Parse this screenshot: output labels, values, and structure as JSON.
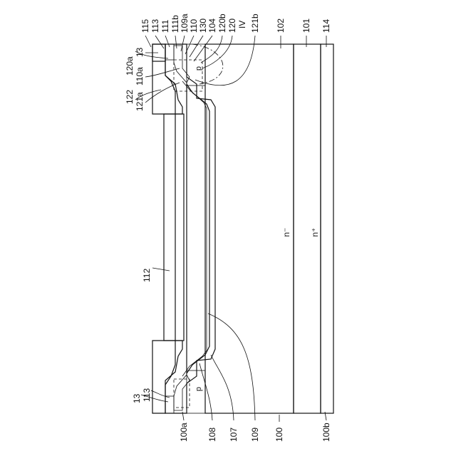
{
  "labels": {
    "l115": "115",
    "l113_top": "113",
    "l111": "111",
    "l111b": "111b",
    "l109a": "109a",
    "l110": "110",
    "l130": "130",
    "l104": "104",
    "l120b": "120b",
    "l120": "120",
    "lIV": "IV",
    "l121b": "121b",
    "l102": "102",
    "l101": "101",
    "l114": "114",
    "l120a": "120a",
    "l13_top": "13",
    "l110a": "110a",
    "l122": "122",
    "l121a": "121a",
    "l112": "112",
    "ln_minus": "n⁻",
    "ln_plus": "n⁺",
    "lp_top": "p",
    "lp_bottom": "p",
    "l13_bottom": "13",
    "l113_bottom": "113",
    "l100a": "100a",
    "l108": "108",
    "l107": "107",
    "l109": "109",
    "l100": "100",
    "l100b": "100b"
  },
  "hatch_colors": {
    "ink": "#111111",
    "paper": "#ffffff"
  }
}
